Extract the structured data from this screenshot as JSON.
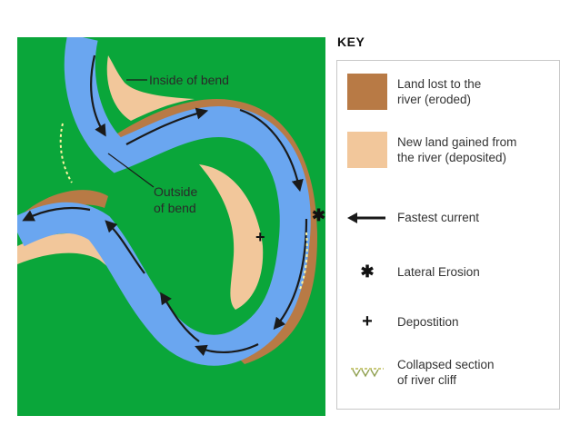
{
  "diagram": {
    "labels": {
      "inside_of_bend": "Inside of bend",
      "outside_line1": "Outside",
      "outside_line2": "of bend"
    },
    "colors": {
      "land": "#0aa63a",
      "river": "#6aa6f0",
      "eroded": "#b87a45",
      "deposited": "#f2c79b",
      "arrow": "#1a1a1a"
    }
  },
  "key": {
    "title": "KEY",
    "items": [
      {
        "line1": "Land lost to the",
        "line2": "river (eroded)",
        "symbol": "brown-swatch"
      },
      {
        "line1": "New land gained from",
        "line2": "the river (deposited)",
        "symbol": "tan-swatch"
      },
      {
        "line1": "Fastest current",
        "symbol": "arrow-icon"
      },
      {
        "line1": "Lateral Erosion",
        "symbol": "asterisk-icon"
      },
      {
        "line1": "Depostition",
        "symbol": "plus-icon"
      },
      {
        "line1": "Collapsed section",
        "line2": "of river cliff",
        "symbol": "collapsed-cliff-icon"
      }
    ]
  }
}
